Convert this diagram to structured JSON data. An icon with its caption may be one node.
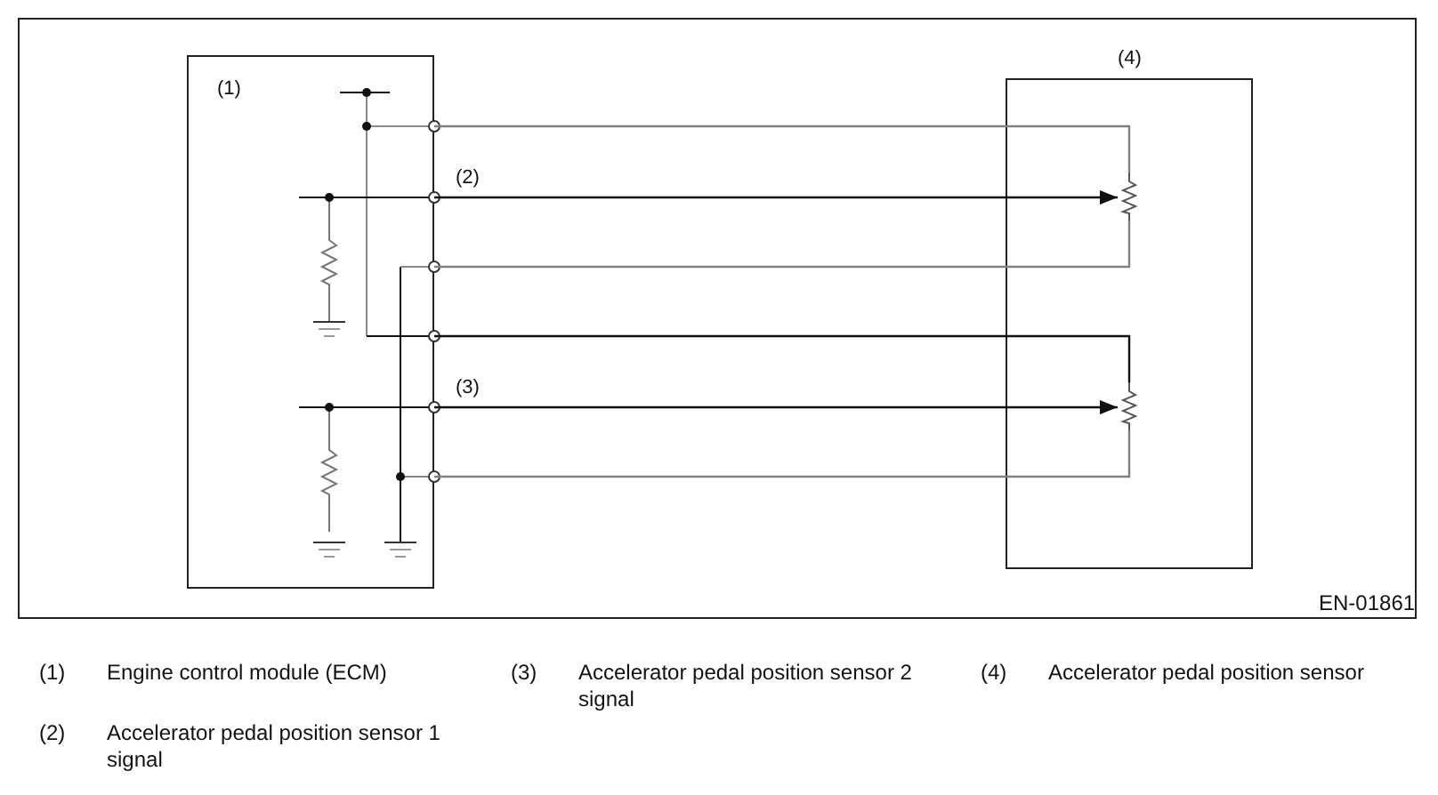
{
  "diagram": {
    "nodes": [
      {
        "text": [
          "(1)"
        ]
      },
      {
        "text": [
          "(4)"
        ]
      },
      {
        "text": [],
        "shape": "resistor",
        "in": 1
      },
      {
        "text": [],
        "shape": "resistor",
        "in": 1
      }
    ],
    "edges": [
      {
        "from": 0,
        "to": 2,
        "arrow": "none",
        "color": "#808080"
      },
      {
        "from": 0,
        "to": 2,
        "arrow": "to",
        "label": "(2)",
        "color": "#111111"
      },
      {
        "from": 0,
        "to": 2,
        "arrow": "none",
        "color": "#808080"
      },
      {
        "from": 0,
        "to": 3,
        "arrow": "none",
        "color": "#111111"
      },
      {
        "from": 0,
        "to": 3,
        "arrow": "to",
        "label": "(3)",
        "color": "#111111"
      },
      {
        "from": 0,
        "to": 3,
        "arrow": "none",
        "color": "#808080"
      }
    ],
    "labels": [
      "EN-01861",
      "(1)",
      "Engine control module (ECM)",
      "(3)",
      "Accelerator pedal position sensor 2 signal",
      "(4)",
      "Accelerator pedal position sensor",
      "(2)",
      "Accelerator pedal position sensor 1 signal"
    ]
  }
}
